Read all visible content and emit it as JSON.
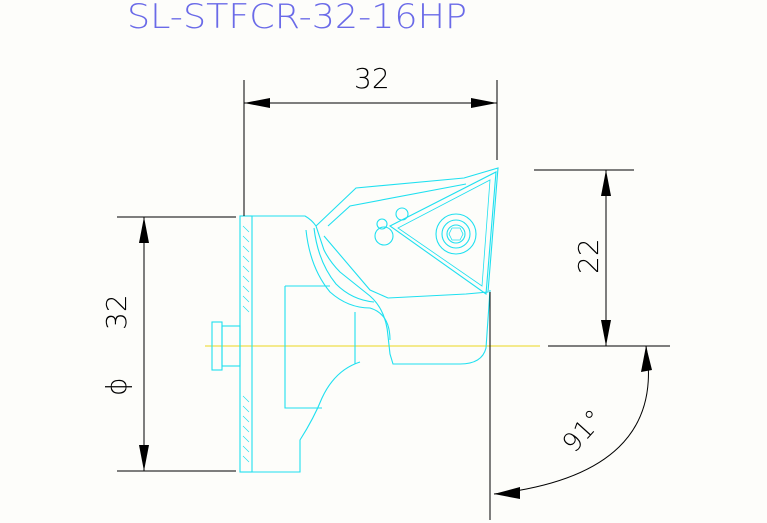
{
  "title": "SL-STFCR-32-16HP",
  "dimensions": {
    "top_width": "32",
    "right_height": "22",
    "diameter_symbol": "ϕ",
    "diameter_value": "32",
    "angle": "91°"
  },
  "colors": {
    "background": "#fdfdfa",
    "title": "#6a6ae8",
    "outline": "#1fe0f0",
    "dimension": "#000000",
    "centerline": "#f0e04a"
  }
}
